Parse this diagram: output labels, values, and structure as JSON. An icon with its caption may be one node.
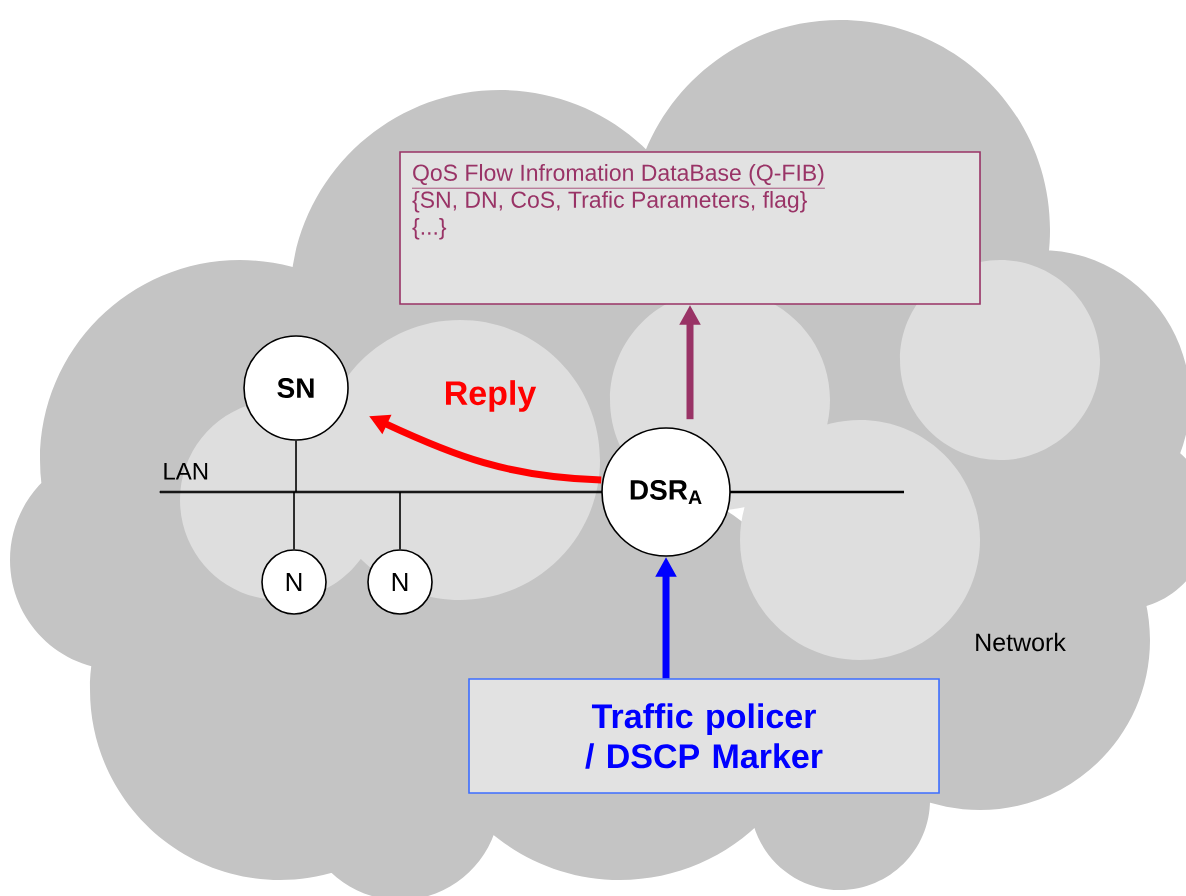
{
  "diagram": {
    "nodes": [
      {
        "text": [
          "QoS Flow Infromation DataBase (Q-FIB)",
          "{SN, DN, CoS, Trafic Parameters, flag}",
          "{...}"
        ]
      },
      {
        "text": [
          "SN"
        ]
      },
      {
        "text": [
          "DSR$_{A}$"
        ]
      },
      {
        "text": [
          "N"
        ]
      },
      {
        "text": [
          "N"
        ]
      },
      {
        "text": [
          "Traffic policer / DSCP Marker"
        ]
      },
      {
        "text": [],
        "shape": "bar",
        "beside": [
          "LAN"
        ]
      }
    ],
    "edges": [
      {
        "from": 2,
        "to": 0,
        "arrow": "to",
        "style": "thick",
        "color": "#993366"
      },
      {
        "from": 2,
        "to": 1,
        "arrow": "to",
        "label": "Reply",
        "style": "thick",
        "color": "#ff0000"
      },
      {
        "from": 5,
        "to": 2,
        "arrow": "to",
        "style": "thick",
        "color": "#0000ff"
      },
      {
        "from": 1,
        "to": 6,
        "arrow": "none"
      },
      {
        "from": 3,
        "to": 6,
        "arrow": "none"
      },
      {
        "from": 4,
        "to": 6,
        "arrow": "none"
      }
    ],
    "labels": [
      "Network"
    ]
  }
}
